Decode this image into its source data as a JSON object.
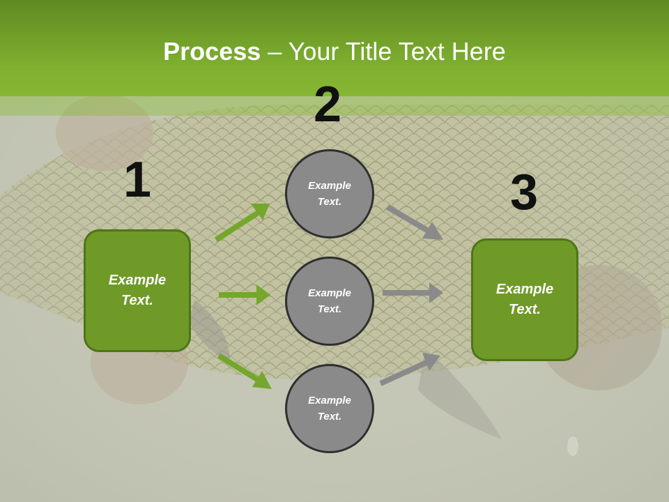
{
  "title": {
    "bold": "Process",
    "rest": " – Your Title Text Here"
  },
  "steps": [
    {
      "number": "1",
      "text": "Example Text."
    },
    {
      "number": "2",
      "items": [
        "Example Text.",
        "Example Text.",
        "Example Text."
      ]
    },
    {
      "number": "3",
      "text": "Example Text."
    }
  ],
  "colors": {
    "header": "#7fb02f",
    "box_fill": "#6f9a28",
    "circle_fill": "#8a8a8a",
    "arrow_green": "#74a72c",
    "arrow_gray": "#8a8a8a"
  },
  "icons": [
    "arrow-right-icon"
  ]
}
